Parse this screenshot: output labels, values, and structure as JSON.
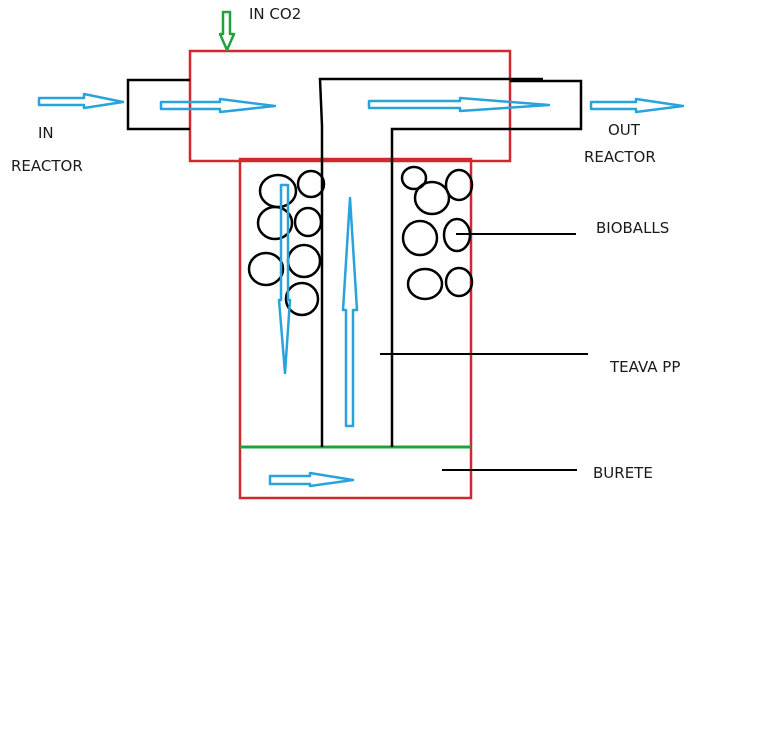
{
  "labels": {
    "in_co2": "IN CO2",
    "in_reactor_line1": "IN",
    "in_reactor_line2": "REACTOR",
    "out_reactor_line1": "OUT",
    "out_reactor_line2": "REACTOR",
    "bioballs": "BIOBALLS",
    "teava_pp": "TEAVA PP",
    "burete": "BURETE"
  },
  "colors": {
    "housing": "#d0282e",
    "pipe": "#000000",
    "flow_arrow": "#29a3dc",
    "co2_arrow": "#22a03a",
    "diffuser_line": "#22a03a",
    "bioball": "#000000"
  }
}
